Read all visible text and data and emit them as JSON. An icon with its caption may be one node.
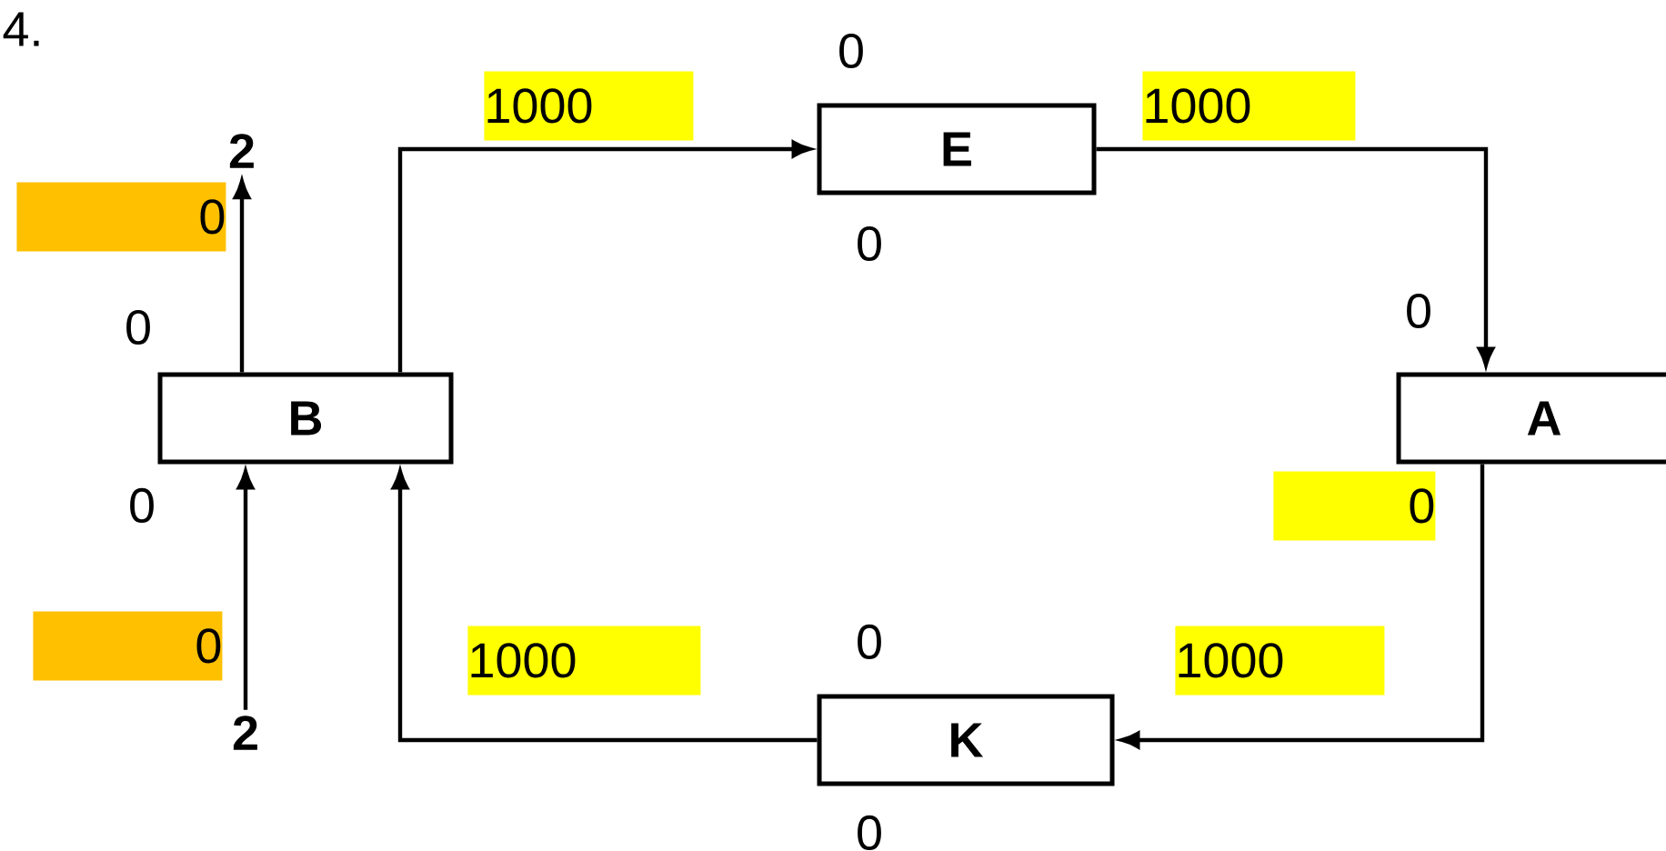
{
  "diagram": {
    "nodes": [
      {
        "text": [
          "B"
        ],
        "beside": [
          "0",
          "0"
        ]
      },
      {
        "text": [
          "E"
        ],
        "beside": [
          "0",
          "0"
        ]
      },
      {
        "text": [
          "A"
        ],
        "beside": [
          "0",
          "0"
        ]
      },
      {
        "text": [
          "K"
        ],
        "beside": [
          "0",
          "0"
        ]
      },
      {
        "text": [
          "2"
        ]
      },
      {
        "text": [
          "2"
        ]
      }
    ],
    "edges": [
      {
        "from": 0,
        "to": 1,
        "arrow": "to",
        "label": "1000"
      },
      {
        "from": 1,
        "to": 2,
        "arrow": "to",
        "label": "1000"
      },
      {
        "from": 2,
        "to": 3,
        "arrow": "to",
        "label": "1000"
      },
      {
        "from": 3,
        "to": 0,
        "arrow": "to",
        "label": "1000"
      },
      {
        "from": 0,
        "to": 4,
        "arrow": "to",
        "label": "0"
      },
      {
        "from": 5,
        "to": 0,
        "arrow": "to",
        "label": "0"
      }
    ],
    "labels": [
      "4."
    ]
  }
}
